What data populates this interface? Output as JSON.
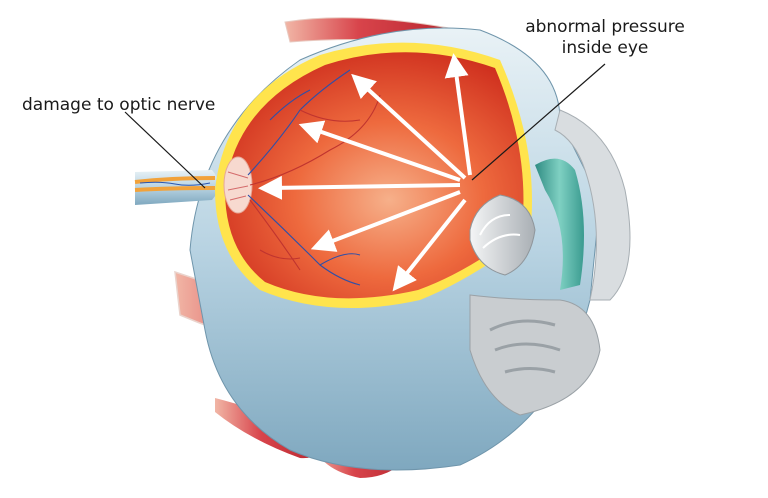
{
  "labels": {
    "optic_nerve": "damage to optic nerve",
    "pressure_line1": "abnormal pressure",
    "pressure_line2": "inside eye"
  },
  "colors": {
    "interior": "#e8472a",
    "sclera": "#b9d6e6",
    "retina_rim": "#ffe44d",
    "muscle": "#d8444b",
    "arrow": "#ffffff",
    "lens": "#cfd3d6",
    "cornea_teal": "#5fb3a6"
  }
}
